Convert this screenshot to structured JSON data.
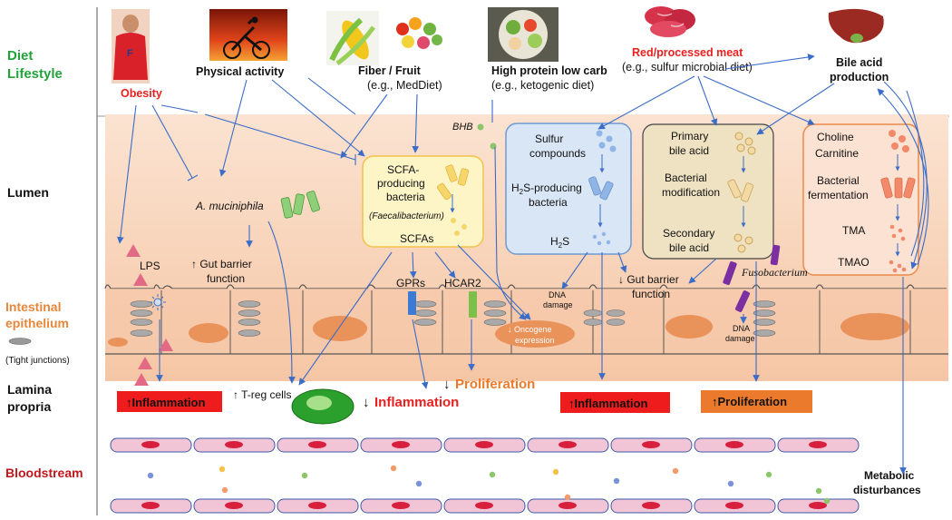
{
  "rows": {
    "diet": [
      "Diet",
      "Lifestyle"
    ],
    "lumen": "Lumen",
    "epithelium": [
      "Intestinal",
      "epithelium"
    ],
    "tight_junctions": "(Tight junctions)",
    "lamina": [
      "Lamina",
      "propria"
    ],
    "bloodstream": "Bloodstream"
  },
  "inputs": {
    "obesity": "Obesity",
    "physical_activity": "Physical activity",
    "fiber": [
      "Fiber / Fruit",
      "(e.g., MedDiet)"
    ],
    "high_protein": [
      "High protein low carb",
      "(e.g., ketogenic diet)"
    ],
    "red_meat": [
      "Red/processed meat",
      "(e.g., sulfur microbial diet)"
    ],
    "bile_acid": [
      "Bile acid",
      "production"
    ]
  },
  "lumen": {
    "bhb": "BHB",
    "akk": "A. muciniphila",
    "scfa_box": [
      "SCFA-",
      "producing",
      "bacteria"
    ],
    "faecali": "(Faecalibacterium)",
    "scfas": "SCFAs",
    "sulfur_box": [
      "Sulfur",
      "compounds",
      "-producing",
      "bacteria"
    ],
    "h2s_sub": "2",
    "h2s_prefix": "H",
    "h2s_suffix": "S",
    "bile_box": [
      "Primary",
      "bile acid",
      "Bacterial",
      "modification",
      "Secondary",
      "bile acid"
    ],
    "choline_box": [
      "Choline",
      "Carnitine",
      "Bacterial",
      "fermentation",
      "TMA",
      "TMAO"
    ]
  },
  "epithelium": {
    "lps": "LPS",
    "gut_barrier_up": [
      "↑ Gut barrier",
      "function"
    ],
    "gprs": "GPRs",
    "hcar2": "HCAR2",
    "dna_damage_1": [
      "DNA",
      "damage"
    ],
    "oncogene": [
      "↓ Oncogene",
      "expression"
    ],
    "gut_barrier_down": [
      "↓ Gut barrier",
      "function"
    ],
    "fuso": "Fusobacterium",
    "dna_damage_2": [
      "DNA",
      "damage"
    ]
  },
  "lamina": {
    "inflam_up_1": "↑Inflammation",
    "treg": "↑ T-reg cells",
    "inflam_down_prefix": "↓",
    "inflam_down": "Inflammation",
    "prolif_down_prefix": "↓",
    "prolif_down": "Proliferation",
    "inflam_up_2": "↑Inflammation",
    "prolif_up": "↑Proliferation"
  },
  "blood": {
    "metabolic": [
      "Metabolic",
      "disturbances"
    ]
  },
  "colors": {
    "green_label": "#22a33a",
    "orange_label": "#e8873b",
    "red_label": "#c0161c",
    "arrow": "#3a6cc8",
    "lumen_bg": "#f7d2b8",
    "inflam_box": "#ee1c1c",
    "prolif_box": "#ec7a2c"
  },
  "icons": [
    "obese-person-icon",
    "cyclist-icon",
    "corn-icon",
    "fruit-bowl-icon",
    "salad-bowl-icon",
    "raw-meat-icon",
    "liver-icon",
    "red-blood-cell-icon",
    "t-reg-cell-icon"
  ]
}
